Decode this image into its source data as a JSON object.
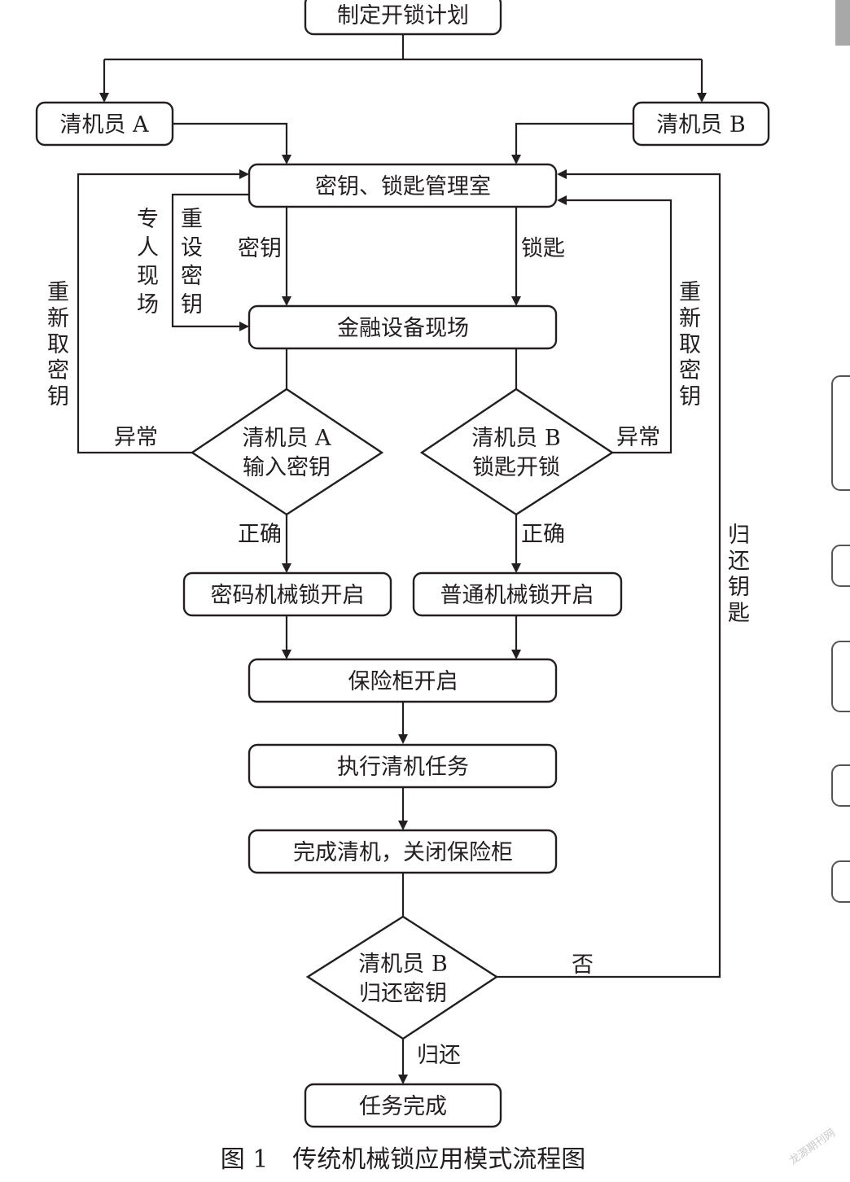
{
  "colors": {
    "stroke": "#231f20",
    "background": "#ffffff",
    "edge_cards": "#555555",
    "edge_strip": "#a8a8a8"
  },
  "nodes": {
    "plan": "制定开锁计划",
    "cleaner_a": "清机员 A",
    "cleaner_b": "清机员 B",
    "key_room": "密钥、锁匙管理室",
    "site": "金融设备现场",
    "combo_lock_open": "密码机械锁开启",
    "normal_lock_open": "普通机械锁开启",
    "safe_open": "保险柜开启",
    "execute_task": "执行清机任务",
    "finish_close": "完成清机，关闭保险柜",
    "done": "任务完成"
  },
  "decisions": {
    "a_input": {
      "line1": "清机员 A",
      "line2": "输入密钥"
    },
    "b_unlock": {
      "line1": "清机员 B",
      "line2": "锁匙开锁"
    },
    "b_return": {
      "line1": "清机员 B",
      "line2": "归还密钥"
    }
  },
  "labels": {
    "key": "密钥",
    "lock_key": "锁匙",
    "reset_key": [
      "重",
      "设",
      "密",
      "钥"
    ],
    "dedicated_site": [
      "专",
      "人",
      "现",
      "场"
    ],
    "refetch_left": [
      "重",
      "新",
      "取",
      "密",
      "钥"
    ],
    "refetch_right": [
      "重",
      "新",
      "取",
      "密",
      "钥"
    ],
    "abnormal_left": "异常",
    "abnormal_right": "异常",
    "correct_left": "正确",
    "correct_right": "正确",
    "return_key": [
      "归",
      "还",
      "钥",
      "匙"
    ],
    "no": "否",
    "returned": "归还"
  },
  "caption": "图 1　传统机械锁应用模式流程图",
  "watermark": "龙源期刊网"
}
